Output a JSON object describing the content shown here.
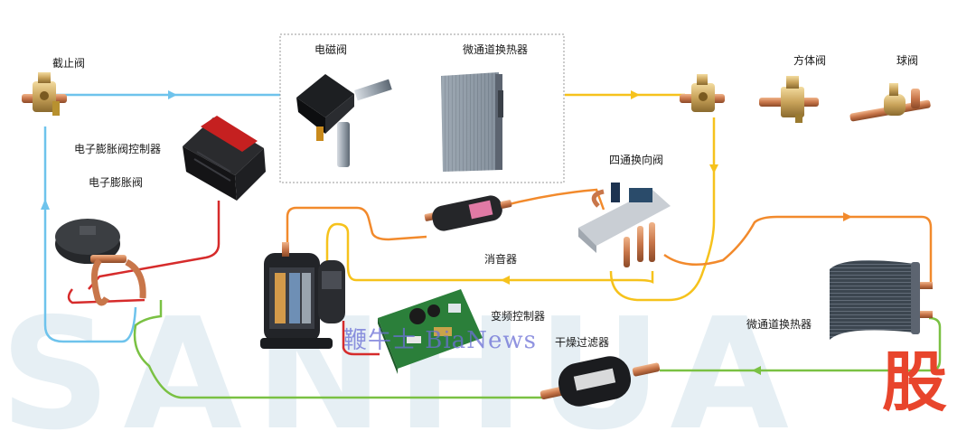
{
  "labels": {
    "stop_valve": "截止阀",
    "solenoid_valve": "电磁阀",
    "microchannel_hx_top": "微通道换热器",
    "block_valve": "方体阀",
    "ball_valve": "球阀",
    "eev_controller": "电子膨胀阀控制器",
    "eev": "电子膨胀阀",
    "four_way_valve": "四通换向阀",
    "muffler": "消音器",
    "inverter_controller": "变频控制器",
    "filter_drier": "干燥过滤器",
    "microchannel_hx_right": "微通道换热器"
  },
  "watermark": {
    "text": "鞭牛士 BiaNews"
  },
  "background_brand": "SANHUA",
  "stamp": "股",
  "icons": [
    "stop-valve-icon",
    "solenoid-valve-icon",
    "microchannel-hx-icon",
    "block-valve-icon",
    "ball-valve-icon",
    "eev-controller-icon",
    "eev-icon",
    "four-way-valve-icon",
    "muffler-icon",
    "compressor-icon",
    "inverter-board-icon",
    "filter-drier-icon",
    "microchannel-coil-icon"
  ],
  "colors": {
    "pipe_blue": "#6ec3ec",
    "pipe_yellow": "#f6c21c",
    "pipe_orange": "#f28a2c",
    "pipe_red": "#d62b2b",
    "pipe_green": "#7ac143"
  }
}
